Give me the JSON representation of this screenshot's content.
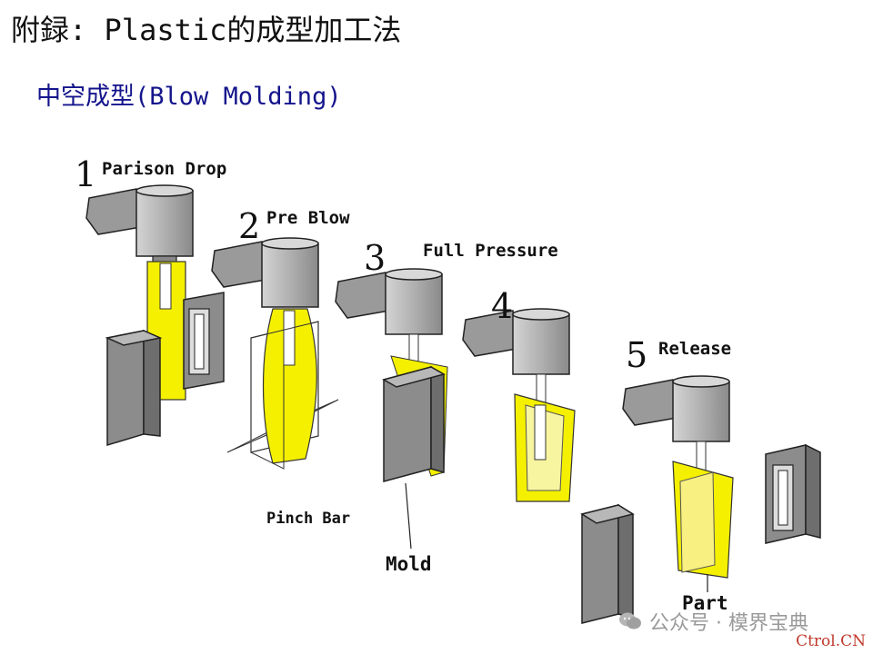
{
  "header": {
    "title": "附録: Plastic的成型加工法",
    "subtitle": "中空成型(Blow Molding)"
  },
  "steps": [
    {
      "number": "1",
      "label": "Parison Drop"
    },
    {
      "number": "2",
      "label": "Pre Blow"
    },
    {
      "number": "3",
      "label": "Full Pressure"
    },
    {
      "number": "4",
      "label": ""
    },
    {
      "number": "5",
      "label": "Release"
    }
  ],
  "annotations": {
    "pinch_bar": "Pinch Bar",
    "mold": "Mold",
    "part": "Part"
  },
  "watermark": {
    "text": "公众号 · 模界宝典",
    "site": "Ctrol.CN",
    "icon": "wechat-icon"
  },
  "colors": {
    "parison": "#f4f000",
    "mold_gray": "#8c8c8c",
    "head_gray": "#a8a8a8",
    "subtitle": "#14148c",
    "site_mark": "#c0392b"
  }
}
